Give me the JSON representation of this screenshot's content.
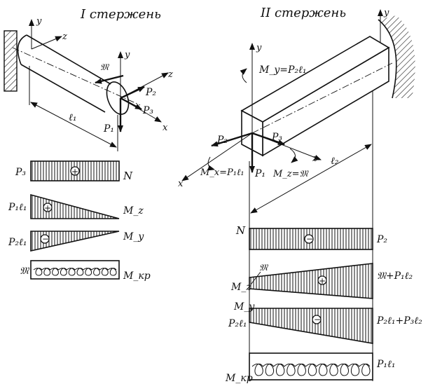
{
  "bar1": {
    "title": "I стержень",
    "axes": {
      "y1": "y",
      "z1": "z",
      "y2": "y",
      "z2": "z",
      "x": "x"
    },
    "moment": "𝔐",
    "forces": {
      "p1": "P₁",
      "p2": "P₂",
      "p3": "P₃"
    },
    "length": "ℓ₁",
    "diagrams": [
      {
        "left": "P₃",
        "right": "N",
        "sign": "+"
      },
      {
        "left": "P₁ℓ₁",
        "right": "M_z",
        "sign": "+"
      },
      {
        "left": "P₂ℓ₁",
        "right": "M_y",
        "sign": "−"
      },
      {
        "left": "𝔐",
        "right": "M_кр",
        "sign": ""
      }
    ]
  },
  "bar2": {
    "title": "II стержень",
    "axes": {
      "y1": "y",
      "y2": "y",
      "z": "z",
      "x": "x"
    },
    "forces": {
      "p1": "P₁",
      "p2": "P₂",
      "p3": "P₃"
    },
    "moments": {
      "my": "M_y=P₂ℓ₁",
      "mx": "M_x=P₁ℓ₁",
      "mz": "M_z=𝔐"
    },
    "length": "ℓ₂",
    "diagrams": [
      {
        "left": "N",
        "right": "P₂",
        "sign": "−"
      },
      {
        "left": "M_z",
        "left_inner": "𝔐",
        "right": "𝔐+P₁ℓ₂",
        "sign": "+"
      },
      {
        "left": "M_y",
        "left2": "P₂ℓ₁",
        "right": "P₂ℓ₁+P₃ℓ₂",
        "sign": "−"
      },
      {
        "left": "M_кр",
        "right": "P₁ℓ₁",
        "sign": ""
      }
    ]
  }
}
